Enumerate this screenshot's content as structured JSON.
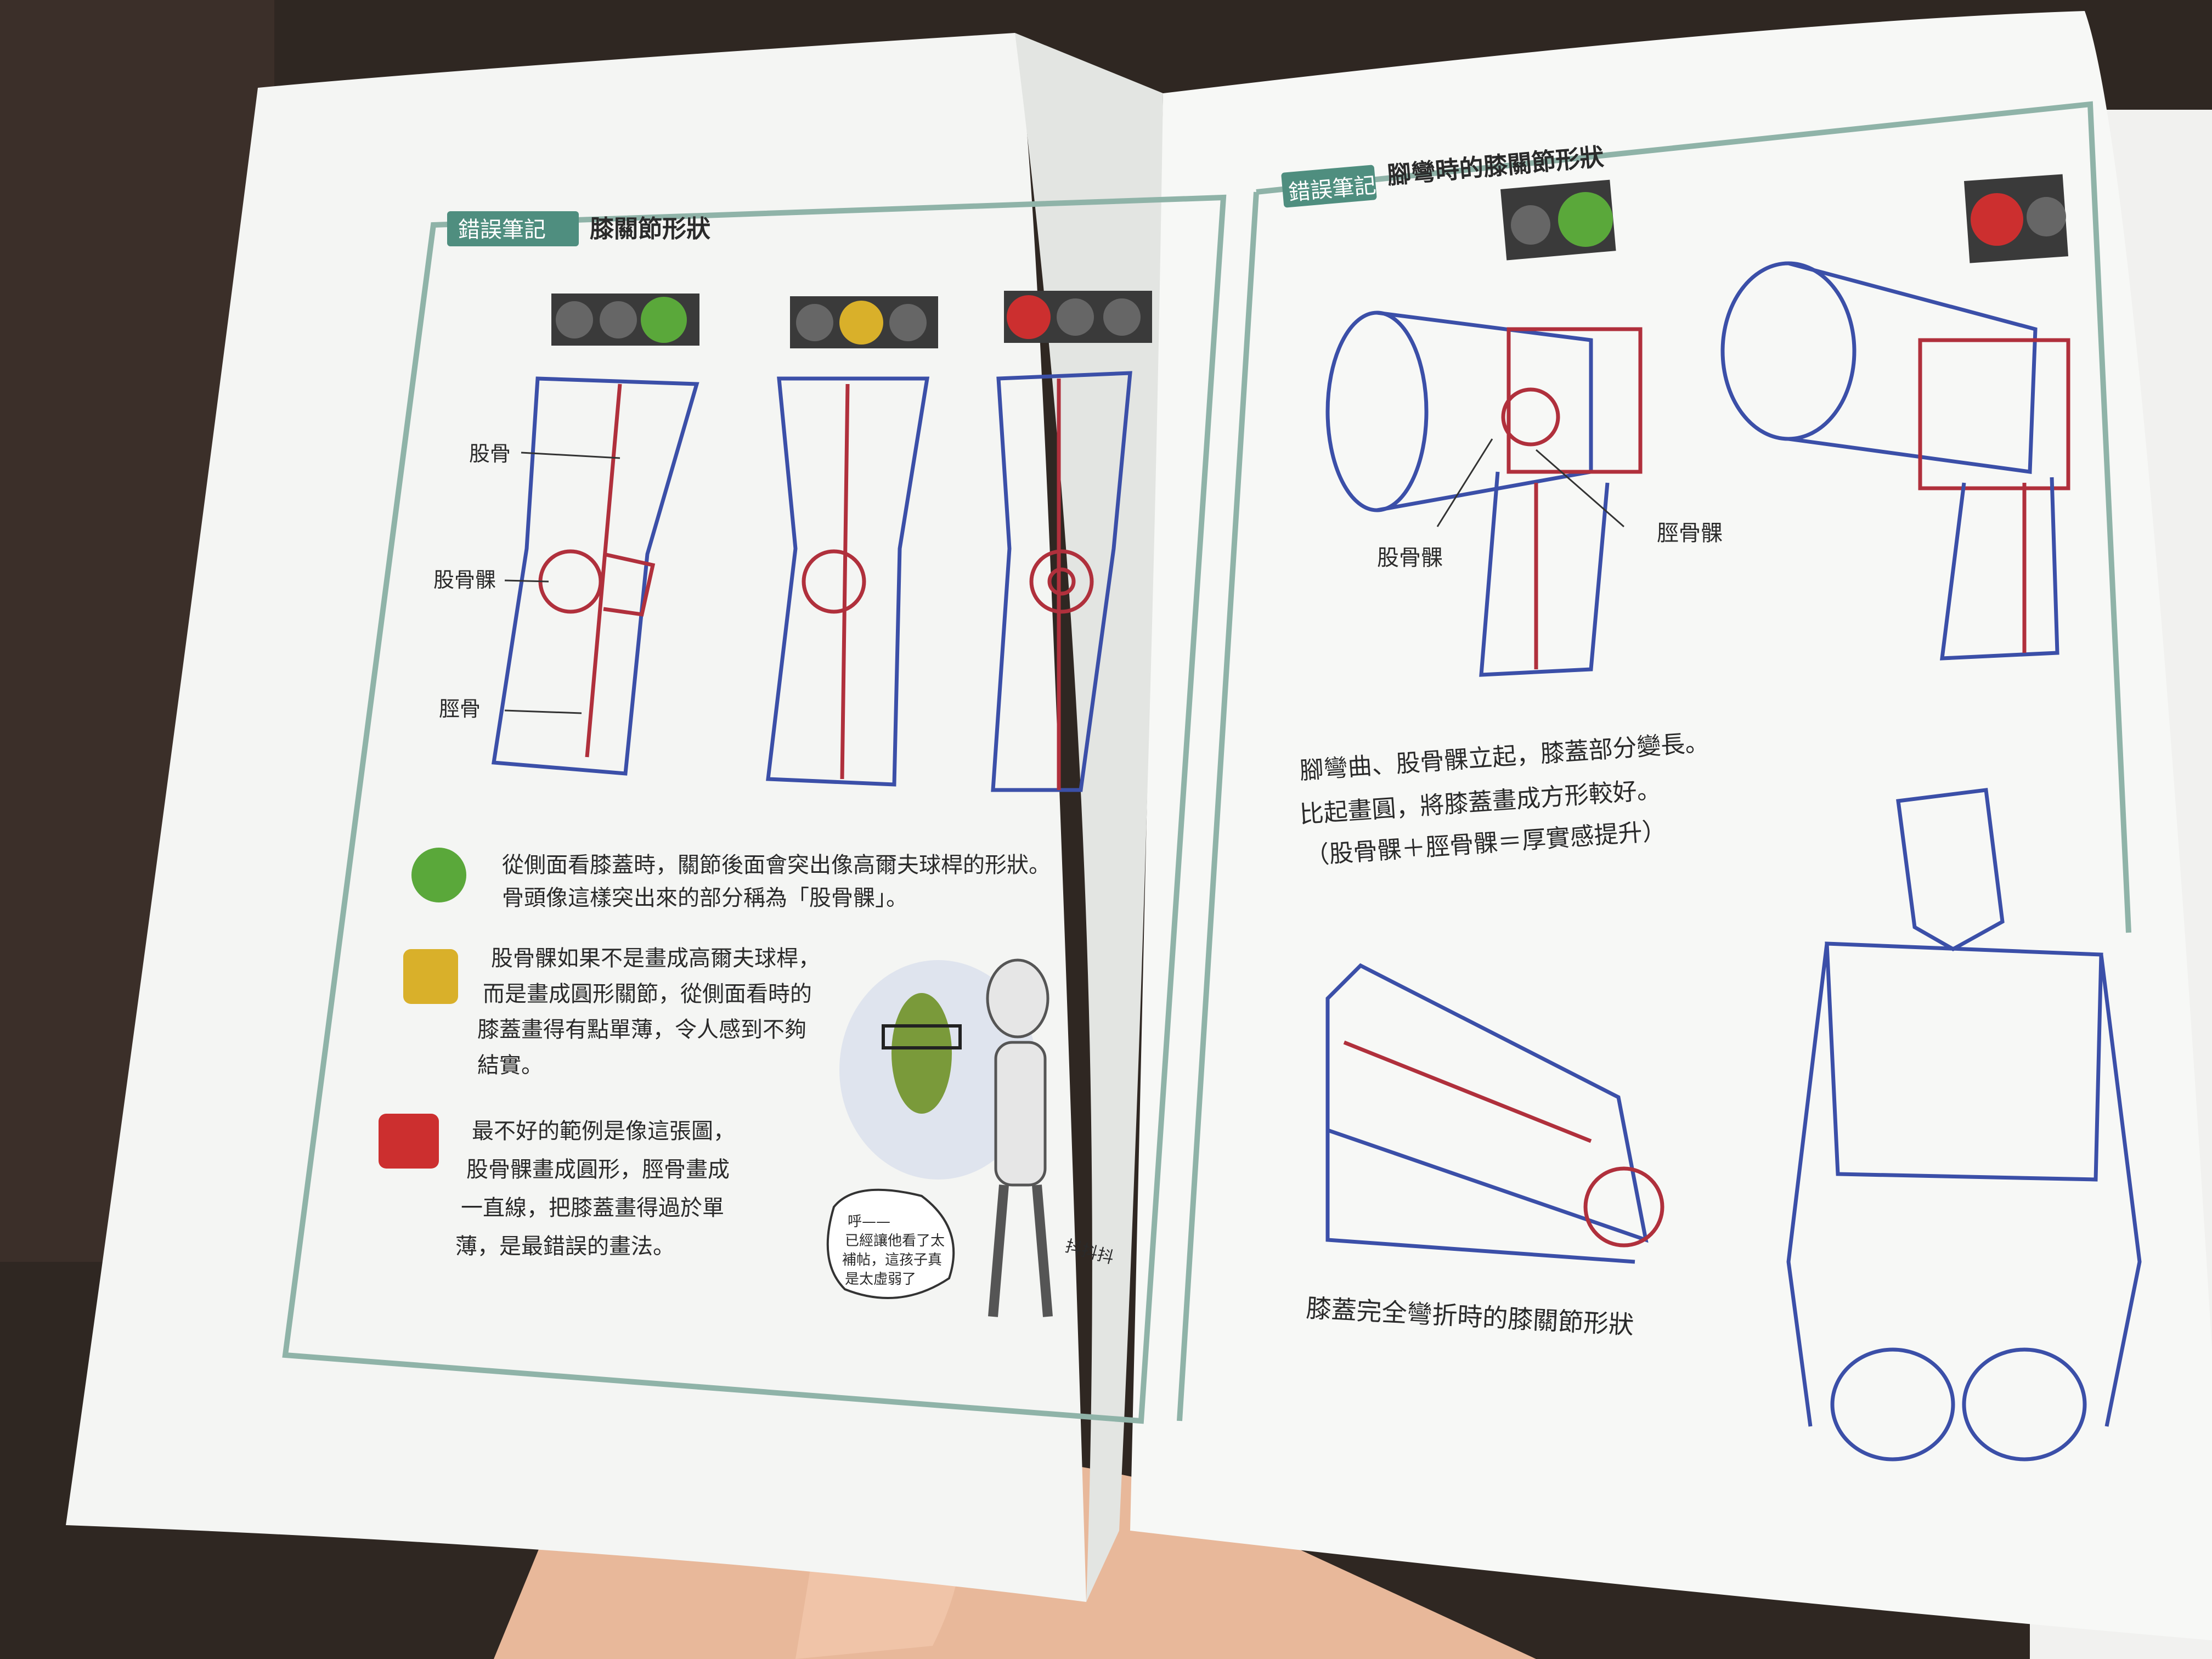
{
  "left_page": {
    "tag": "錯誤筆記",
    "title": "膝關節形狀",
    "labels": {
      "femur": "股骨",
      "condyle": "股骨髁",
      "tibia": "脛骨"
    },
    "notes": [
      {
        "rating": "good",
        "lines": [
          "從側面看膝蓋時，關節後面會突出像高爾夫球桿的形狀。",
          "骨頭像這樣突出來的部分稱為「股骨髁」。"
        ]
      },
      {
        "rating": "ok",
        "lines": [
          "股骨髁如果不是畫成高爾夫球桿，",
          "而是畫成圓形關節，從側面看時的",
          "膝蓋畫得有點單薄，令人感到不夠",
          "結實。"
        ]
      },
      {
        "rating": "bad",
        "lines": [
          "最不好的範例是像這張圖，",
          "股骨髁畫成圓形，脛骨畫成",
          "一直線，把膝蓋畫得過於單",
          "薄，是最錯誤的畫法。"
        ]
      }
    ],
    "cartoon": {
      "speech_lines": [
        "呼——",
        "已經讓他看了太",
        "補帖，這孩子真",
        "是太虛弱了"
      ],
      "sfx": "抖抖抖"
    }
  },
  "right_page": {
    "tag": "錯誤筆記",
    "title": "腳彎時的膝關節形狀",
    "labels": {
      "condyle": "股骨髁",
      "tibial_condyle": "脛骨髁"
    },
    "caption_lines": [
      "腳彎曲、股骨髁立起，膝蓋部分變長。",
      "比起畫圓，將膝蓋畫成方形較好。",
      "（股骨髁＋脛骨髁＝厚實感提升）"
    ],
    "fold_caption": "膝蓋完全彎折時的膝關節形狀"
  },
  "colors": {
    "frame": "#8fb3a8",
    "tag_bg": "#4f8e7f",
    "good": "#5aa83a",
    "ok": "#d9b02a",
    "bad": "#cc2f2f",
    "bone": "#b0303c",
    "outline": "#3b4fa8"
  }
}
